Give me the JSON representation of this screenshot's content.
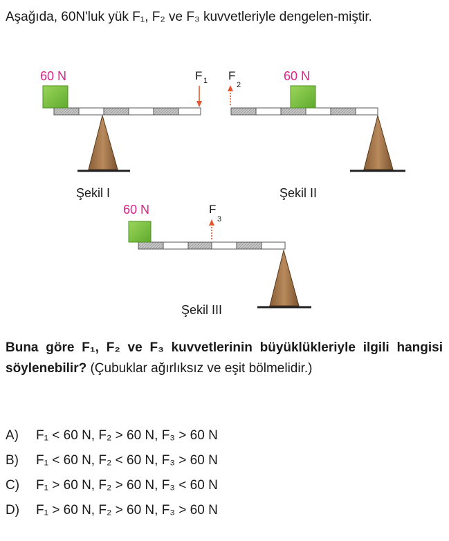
{
  "intro_text": "Aşağıda, 60N'luk yük F₁, F₂ ve F₃ kuvvetleriyle dengelen-miştir.",
  "figures": {
    "mass_label": "60 N",
    "f1_label": "F",
    "f1_sub": "1",
    "f2_label": "F",
    "f2_sub": "2",
    "f3_label": "F",
    "f3_sub": "3",
    "caption1": "Şekil I",
    "caption2": "Şekil II",
    "caption3": "Şekil III"
  },
  "question": {
    "bold_part": "Buna göre F₁, F₂ ve F₃ kuvvetlerinin büyüklükleriyle ilgili hangisi söylenebilir?",
    "normal_part": "(Çubuklar ağırlıksız ve eşit bölmelidir.)"
  },
  "options": [
    {
      "letter": "A)",
      "text": "F₁ < 60 N, F₂ > 60 N, F₃ > 60 N"
    },
    {
      "letter": "B)",
      "text": "F₁ < 60 N, F₂ < 60 N, F₃ > 60 N"
    },
    {
      "letter": "C)",
      "text": "F₁ > 60 N, F₂ > 60 N, F₃ < 60 N"
    },
    {
      "letter": "D)",
      "text": "F₁ > 60 N, F₂ > 60 N, F₃ > 60 N"
    }
  ],
  "colors": {
    "mass_label": "#e0218a",
    "block": "#7dc242",
    "arrow": "#e4572e",
    "support": "#9b7048"
  }
}
